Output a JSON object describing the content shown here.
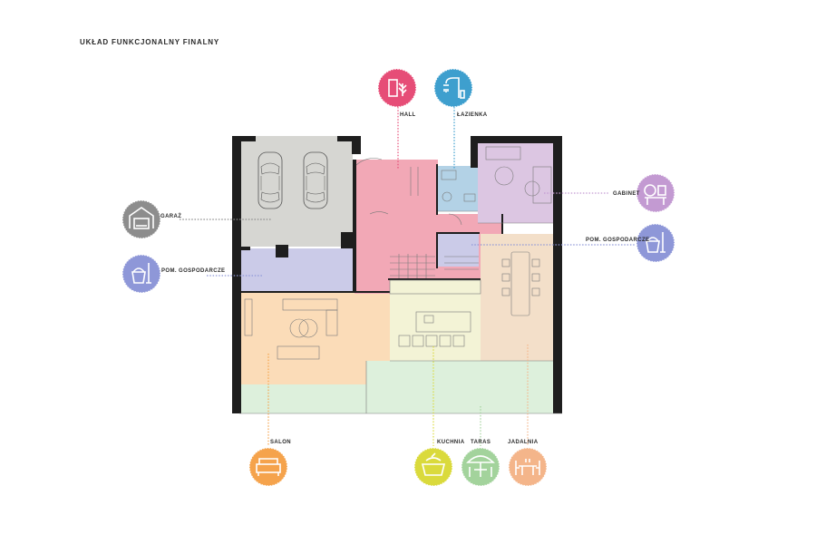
{
  "title": "UKŁAD FUNKCJONALNY FINALNY",
  "colors": {
    "wall": "#1e1e1e",
    "hall": "#f2a8b6",
    "lazienka": "#b3d2e6",
    "gabinet": "#dcc6e2",
    "garaz": "#d6d6d2",
    "gospodarcze": "#cbcbe8",
    "salon": "#fbdcb8",
    "kuchnia": "#f3f3d6",
    "jadalnia": "#f3dfc9",
    "taras": "#ddf0dc"
  },
  "rooms": [
    {
      "key": "hall",
      "label": "HALL",
      "color": "#e64d77",
      "icon": "door-plant-icon"
    },
    {
      "key": "lazienka",
      "label": "ŁAZIENKA",
      "color": "#3e9fce",
      "icon": "shower-icon"
    },
    {
      "key": "gabinet",
      "label": "GABINET",
      "color": "#c39ad2",
      "icon": "desk-icon"
    },
    {
      "key": "pom2",
      "label": "POM. GOSPODARCZE",
      "color": "#8e97d8",
      "icon": "mop-bucket-icon"
    },
    {
      "key": "garaz",
      "label": "GARAŻ",
      "color": "#8d8d8d",
      "icon": "garage-car-icon"
    },
    {
      "key": "pom1",
      "label": "POM. GOSPODARCZE",
      "color": "#8e97d8",
      "icon": "mop-bucket-icon"
    },
    {
      "key": "salon",
      "label": "SALON",
      "color": "#f5a34c",
      "icon": "sofa-icon"
    },
    {
      "key": "kuchnia",
      "label": "KUCHNIA",
      "color": "#dada3c",
      "icon": "cooking-pot-icon"
    },
    {
      "key": "taras",
      "label": "TARAS",
      "color": "#a3d39c",
      "icon": "parasol-table-icon"
    },
    {
      "key": "jadalnia",
      "label": "JADALNIA",
      "color": "#f4b58a",
      "icon": "dining-set-icon"
    }
  ]
}
